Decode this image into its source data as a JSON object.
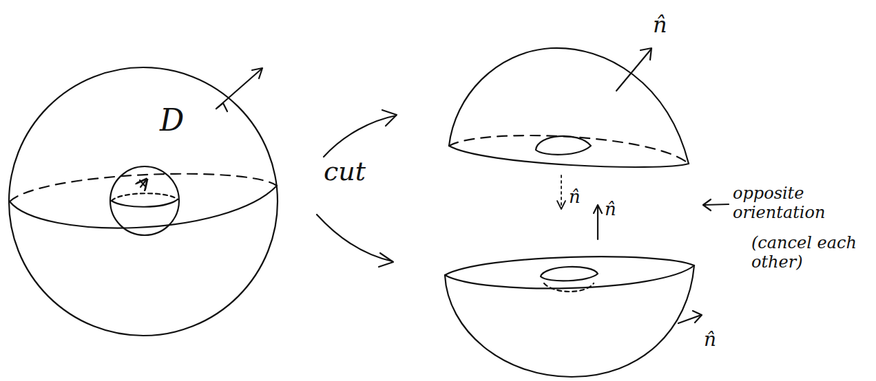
{
  "diagram": {
    "labels": [
      "D",
      "cut",
      "n̂",
      "n̂",
      "n̂",
      "n̂",
      "opposite orientation",
      "(cancel each other)"
    ]
  }
}
